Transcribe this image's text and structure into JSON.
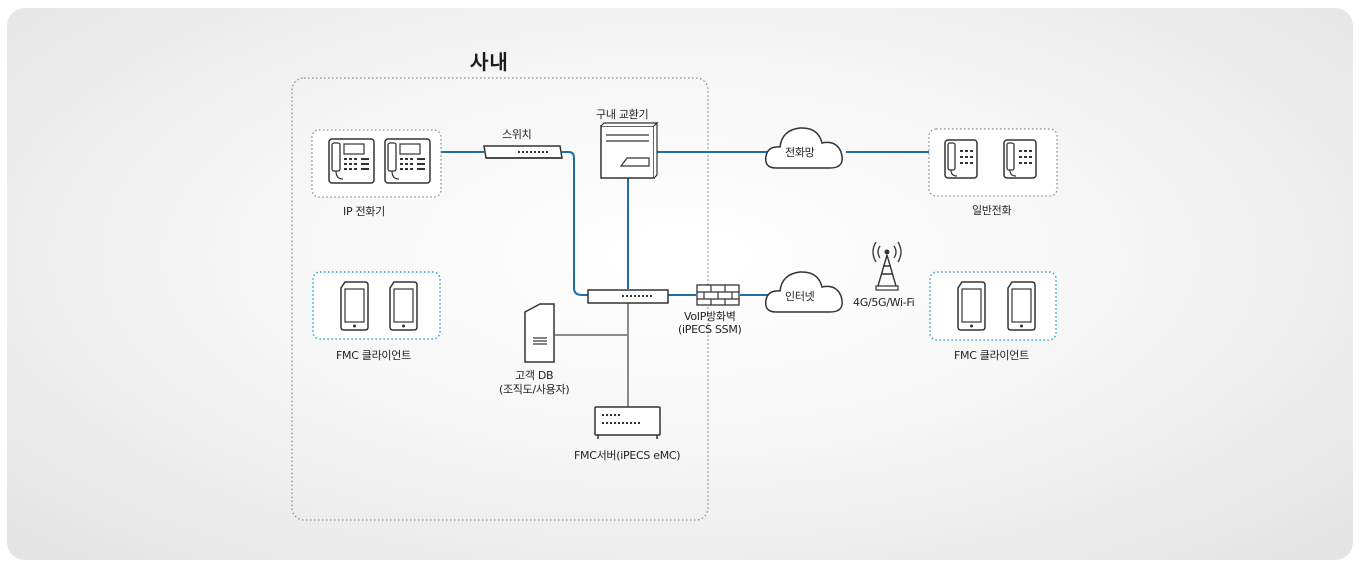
{
  "title": "사내",
  "labels": {
    "switch": "스위치",
    "pbx": "구내 교환기",
    "ip_phone": "IP 전화기",
    "pstn": "전화망",
    "regular_phone": "일반전화",
    "fmc_client_left": "FMC 클라이언트",
    "fmc_client_right": "FMC 클라이언트",
    "internet": "인터넷",
    "wireless": "4G/5G/Wi-Fi",
    "firewall_line1": "VoIP방화벽",
    "firewall_line2": "(iPECS SSM)",
    "db_line1": "고객 DB",
    "db_line2": "(조직도/사용자)",
    "fmc_server": "FMC서버(iPECS eMC)"
  },
  "colors": {
    "link_blue": "#1e6fa8",
    "link_gray": "#8a8a8a",
    "dashed_gray": "#8c8c8c",
    "dashed_teal": "#2aa6c8"
  },
  "icons": [
    "ip-phone-icon",
    "desk-phone-icon",
    "mobile-phone-icon",
    "switch-icon",
    "pbx-icon",
    "cloud-icon",
    "firewall-icon",
    "server-tower-icon",
    "rack-server-icon",
    "cell-tower-icon"
  ]
}
